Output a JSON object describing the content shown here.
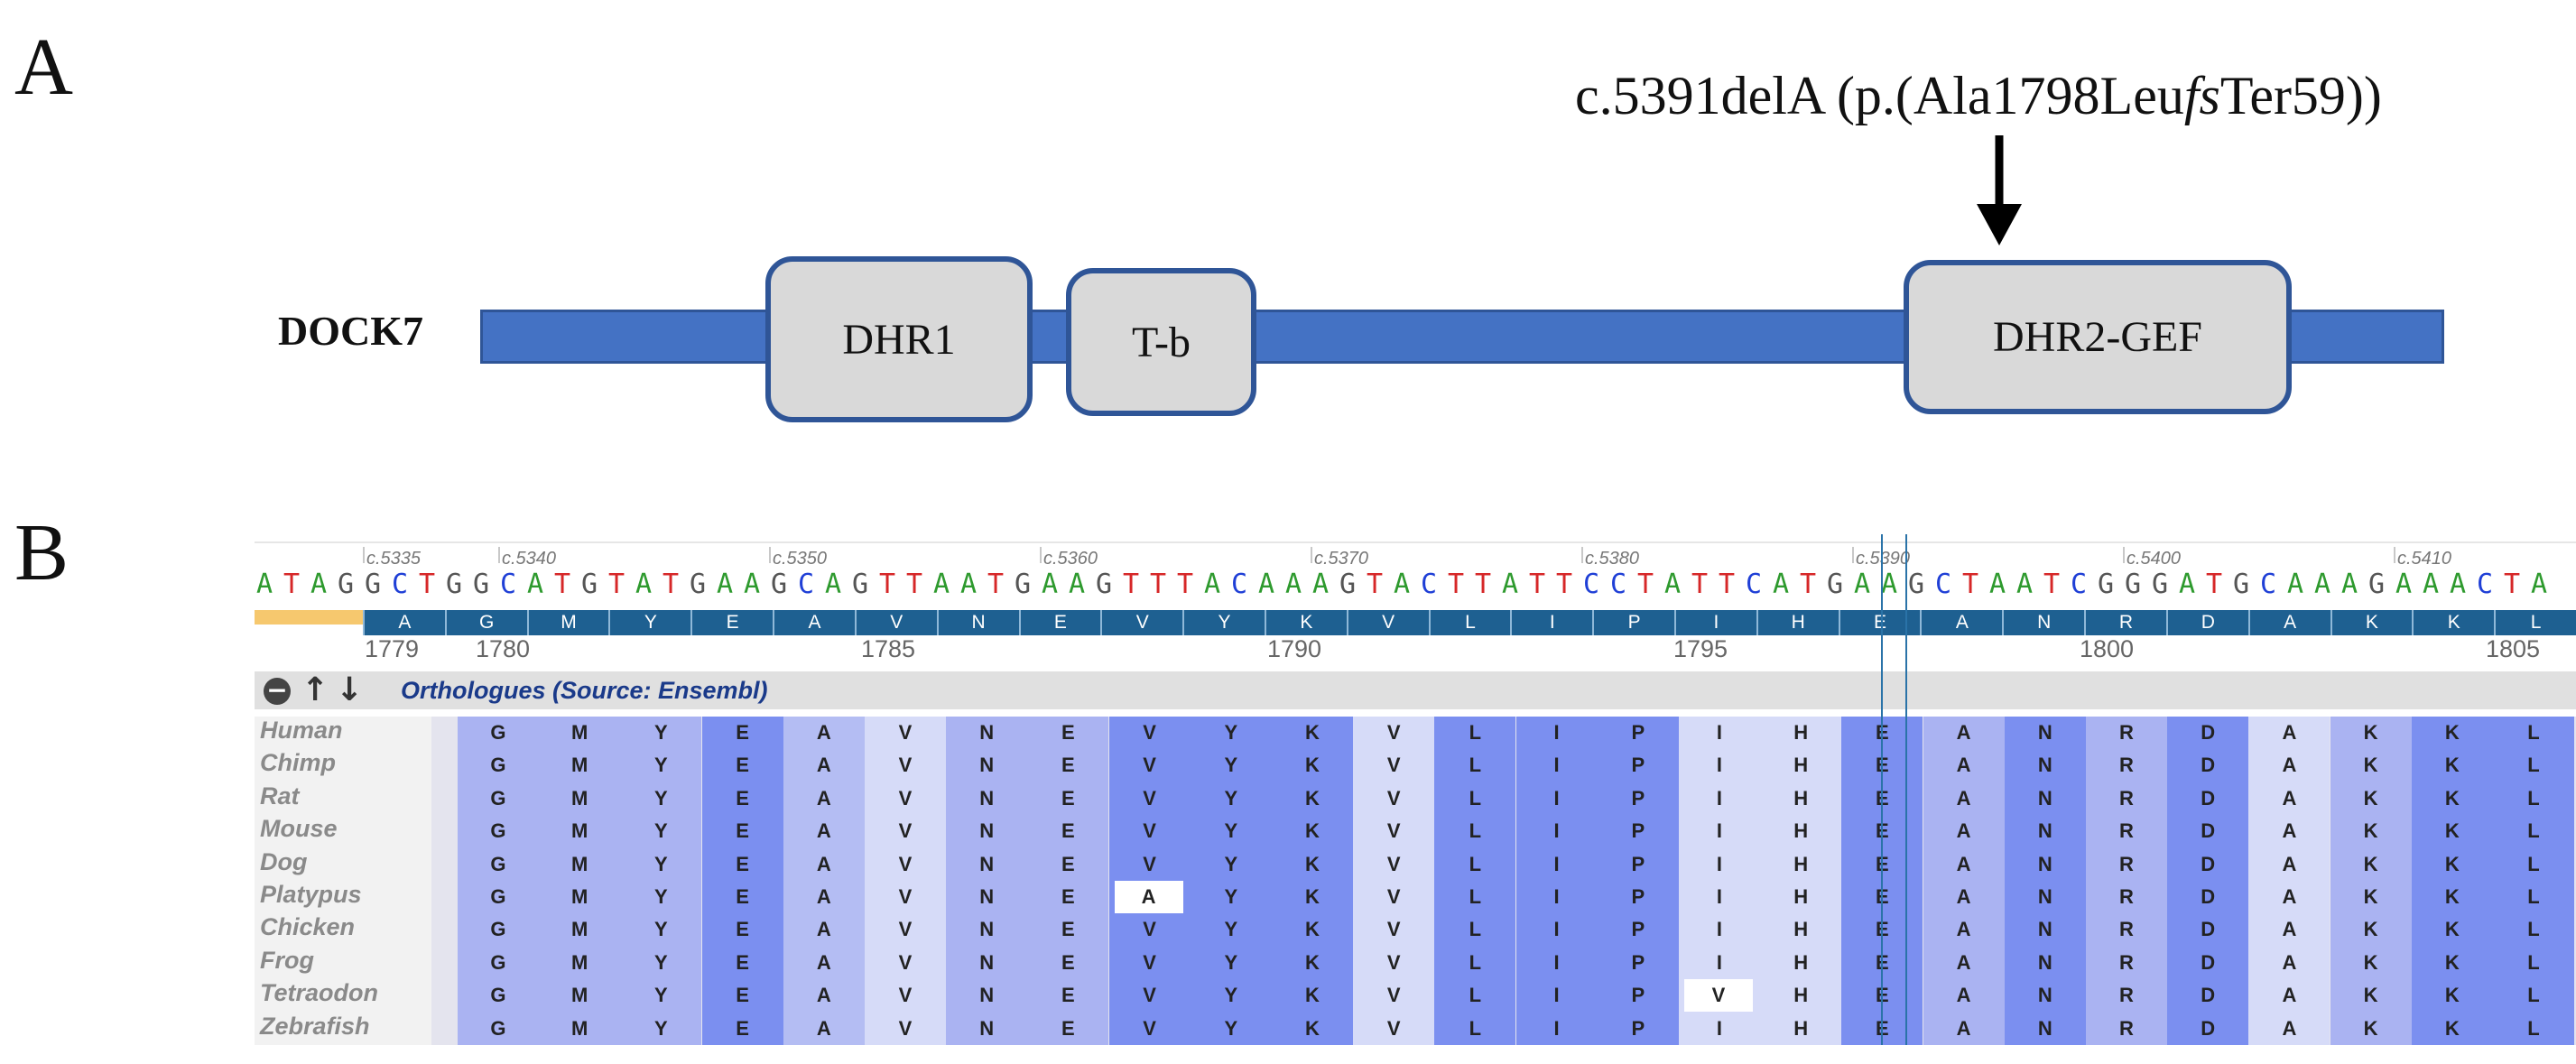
{
  "panel_a": {
    "label": "A",
    "gene_name": "DOCK7",
    "mutation": {
      "prefix": "c.5391delA (p.(Ala1798Leu",
      "fs": "fs",
      "suffix": "Ter59))"
    },
    "domains": [
      {
        "label": "DHR1"
      },
      {
        "label": "T-b"
      },
      {
        "label": "DHR2-GEF"
      }
    ],
    "colors": {
      "bar": "#4472c4",
      "domain_fill": "#d9d9d9",
      "domain_border": "#2f5597"
    }
  },
  "panel_b": {
    "label": "B",
    "coordinates": [
      "c.5335",
      "c.5340",
      "c.5350",
      "c.5360",
      "c.5370",
      "c.5380",
      "c.5390",
      "c.5400",
      "c.5410"
    ],
    "nucleotides": "ATAGGCTGGCATGTATGAAGCAGTTAATGAAGTTTACAAAGTACTTATTCCTATTCATGAAGCTAATCGGGATGCAAAGAAACTA",
    "nucleotide_colors": {
      "A": "#2e9a2e",
      "T": "#d62728",
      "G": "#555555",
      "C": "#1f3fd6"
    },
    "amino_acids": [
      "A",
      "G",
      "M",
      "Y",
      "E",
      "A",
      "V",
      "N",
      "E",
      "V",
      "Y",
      "K",
      "V",
      "L",
      "I",
      "P",
      "I",
      "H",
      "E",
      "A",
      "N",
      "R",
      "D",
      "A",
      "K",
      "K",
      "L"
    ],
    "aa_numbers": [
      "1779",
      "1780",
      "1785",
      "1790",
      "1795",
      "1800",
      "1805"
    ],
    "orthologues_title": "Orthologues (Source: Ensembl)",
    "icons": [
      "minus-circle-icon",
      "arrow-up-icon",
      "arrow-down-icon"
    ],
    "species": [
      "Human",
      "Chimp",
      "Rat",
      "Mouse",
      "Dog",
      "Platypus",
      "Chicken",
      "Frog",
      "Tetraodon",
      "Zebrafish"
    ],
    "alignment_consensus": [
      "G",
      "M",
      "Y",
      "E",
      "A",
      "V",
      "N",
      "E",
      "V",
      "Y",
      "K",
      "V",
      "L",
      "I",
      "P",
      "I",
      "H",
      "E",
      "A",
      "N",
      "R",
      "D",
      "A",
      "K",
      "K",
      "L"
    ],
    "alignment_differences": [
      {
        "species": "Platypus",
        "column": 8,
        "residue": "A"
      },
      {
        "species": "Tetraodon",
        "column": 15,
        "residue": "V"
      }
    ],
    "column_shades": [
      "#aab3f2",
      "#aab3f2",
      "#aab3f2",
      "#7b8ff0",
      "#b4bdf3",
      "#d6dbf8",
      "#aab3f2",
      "#aab3f2",
      "#7b8ff0",
      "#7b8ff0",
      "#7b8ff0",
      "#d6dbf8",
      "#7b8ff0",
      "#7b8ff0",
      "#7b8ff0",
      "#d6dbf8",
      "#d6dbf8",
      "#7b8ff0",
      "#aab3f2",
      "#7b8ff0",
      "#aab3f2",
      "#7b8ff0",
      "#d6dbf8",
      "#aab3f2",
      "#7b8ff0",
      "#7b8ff0"
    ]
  }
}
